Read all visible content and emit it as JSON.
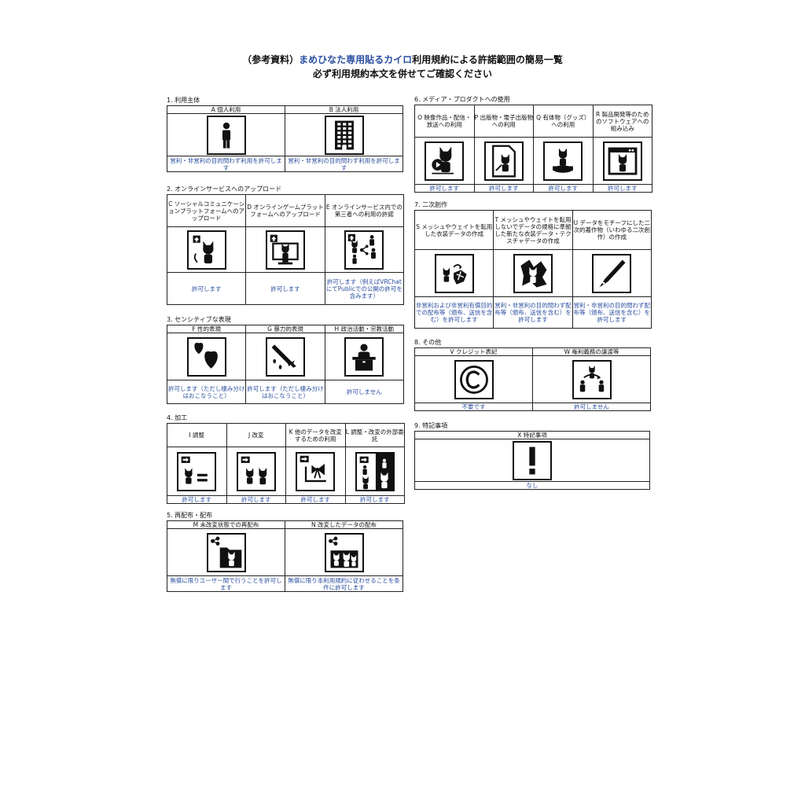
{
  "header": {
    "line1_prefix": "（参考資料）",
    "line1_highlight": "まめひなた専用貼るカイロ",
    "line1_suffix": "利用規約による許諾範囲の簡易一覧",
    "line2": "必ず利用規約本文を併せてご確認ください"
  },
  "sections": {
    "s1": {
      "title": "1. 利用主体",
      "items": [
        {
          "head": "A 個人利用",
          "icon": "person-icon",
          "foot": "営利・非営利の目的問わず利用を許可します"
        },
        {
          "head": "B 法人利用",
          "icon": "building-icon",
          "foot": "営利・非営利の目的問わず利用を許可します"
        }
      ]
    },
    "s2": {
      "title": "2. オンラインサービスへのアップロード",
      "items": [
        {
          "head": "C ソーシャルコミュニケーションプラットフォームへのアップロード",
          "icon": "upload-cat-icon",
          "foot": "許可します"
        },
        {
          "head": "D オンラインゲームプラットフォームへのアップロード",
          "icon": "upload-monitor-icon",
          "foot": "許可します"
        },
        {
          "head": "E オンラインサービス内での第三者への利用の許諾",
          "icon": "share-people-icon",
          "foot": "許可します（例えばVRChatにてPublicでの公開の許可を含みます）"
        }
      ]
    },
    "s3": {
      "title": "3. センシティブな表現",
      "items": [
        {
          "head": "F 性的表現",
          "icon": "hearts-icon",
          "foot": "許可します（ただし棲み分けはおこなうこと）"
        },
        {
          "head": "G 暴力的表現",
          "icon": "knife-icon",
          "foot": "許可します（ただし棲み分けはおこなうこと）"
        },
        {
          "head": "H 政治活動・宗教活動",
          "icon": "podium-icon",
          "foot": "許可しません"
        }
      ]
    },
    "s4": {
      "title": "4. 加工",
      "items": [
        {
          "head": "I 調整",
          "icon": "adjust-icon",
          "foot": "許可します"
        },
        {
          "head": "J 改変",
          "icon": "modify-icon",
          "foot": "許可します"
        },
        {
          "head": "K 他のデータを改変するための利用",
          "icon": "bow-icon",
          "foot": "許可します"
        },
        {
          "head": "L 調整・改変の外部委託",
          "icon": "outsource-icon",
          "foot": "許可します"
        }
      ]
    },
    "s5": {
      "title": "5. 再配布・配布",
      "items": [
        {
          "head": "M 未改変状態での再配布",
          "icon": "share-folder-icon",
          "foot": "無償に限りユーザー間で行うことを許可します"
        },
        {
          "head": "N 改変したデータの配布",
          "icon": "share-modified-icon",
          "foot": "無償に限り本利用規約に従わせることを条件に許可します"
        }
      ]
    },
    "s6": {
      "title": "6. メディア・プロダクトへの使用",
      "items": [
        {
          "head": "O 映像作品・配信・放送への利用",
          "icon": "video-icon",
          "foot": "許可します"
        },
        {
          "head": "P 出版物・電子出版物への利用",
          "icon": "document-icon",
          "foot": "許可します"
        },
        {
          "head": "Q 有体物（グッズ）への利用",
          "icon": "goods-icon",
          "foot": "許可します"
        },
        {
          "head": "R 製品開発等のためのソフトウェアへの組み込み",
          "icon": "software-icon",
          "foot": "許可します"
        }
      ]
    },
    "s7": {
      "title": "7. 二次創作",
      "items": [
        {
          "head": "S メッシュやウェイトを転用した衣装データの作成",
          "icon": "mesh-transfer-icon",
          "foot": "非営利および非営利有償目的での配布等（頒布、送信を含む）を許可します"
        },
        {
          "head": "T メッシュやウェイトを転用しないでデータの規格に準拠した新たな衣装データ・テクスチャデータの作成",
          "icon": "new-costume-icon",
          "foot": "営利・非営利の目的問わず配布等（頒布、送信を含む）を許可します"
        },
        {
          "head": "U データをモチーフにした二次的著作物（いわゆる二次創作）の作成",
          "icon": "pen-icon",
          "foot": "営利・非営利の目的問わず配布等（頒布、送信を含む）を許可します"
        }
      ]
    },
    "s8": {
      "title": "8. その他",
      "items": [
        {
          "head": "V クレジット表記",
          "icon": "copyright-icon",
          "foot": "不要です"
        },
        {
          "head": "W 権利義務の譲渡等",
          "icon": "transfer-icon",
          "foot": "許可しません"
        }
      ]
    },
    "s9": {
      "title": "9. 特記事項",
      "items": [
        {
          "head": "X 特記事項",
          "icon": "exclamation-icon",
          "foot": "なし"
        }
      ]
    }
  },
  "colors": {
    "accent": "#2a4ea0",
    "text": "#111111"
  }
}
